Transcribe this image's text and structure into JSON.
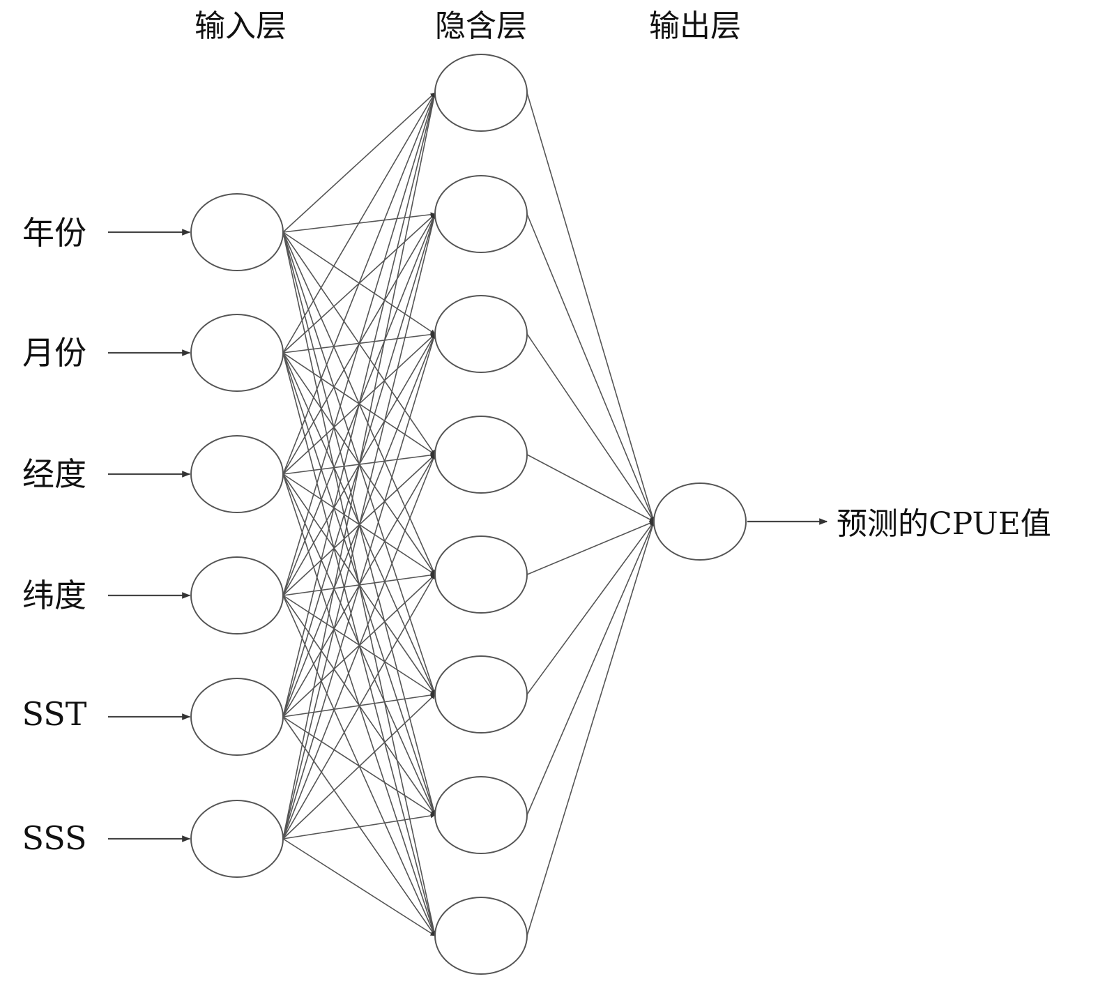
{
  "layer_titles": {
    "input": "输入层",
    "hidden": "隐含层",
    "output": "输出层"
  },
  "inputs": [
    "年份",
    "月份",
    "经度",
    "纬度",
    "SST",
    "SSS"
  ],
  "output_label": "预测的CPUE值",
  "hidden_count": 8,
  "output_count": 1,
  "colors": {
    "line": "#555555",
    "node_stroke": "#555555",
    "text": "#111111"
  }
}
